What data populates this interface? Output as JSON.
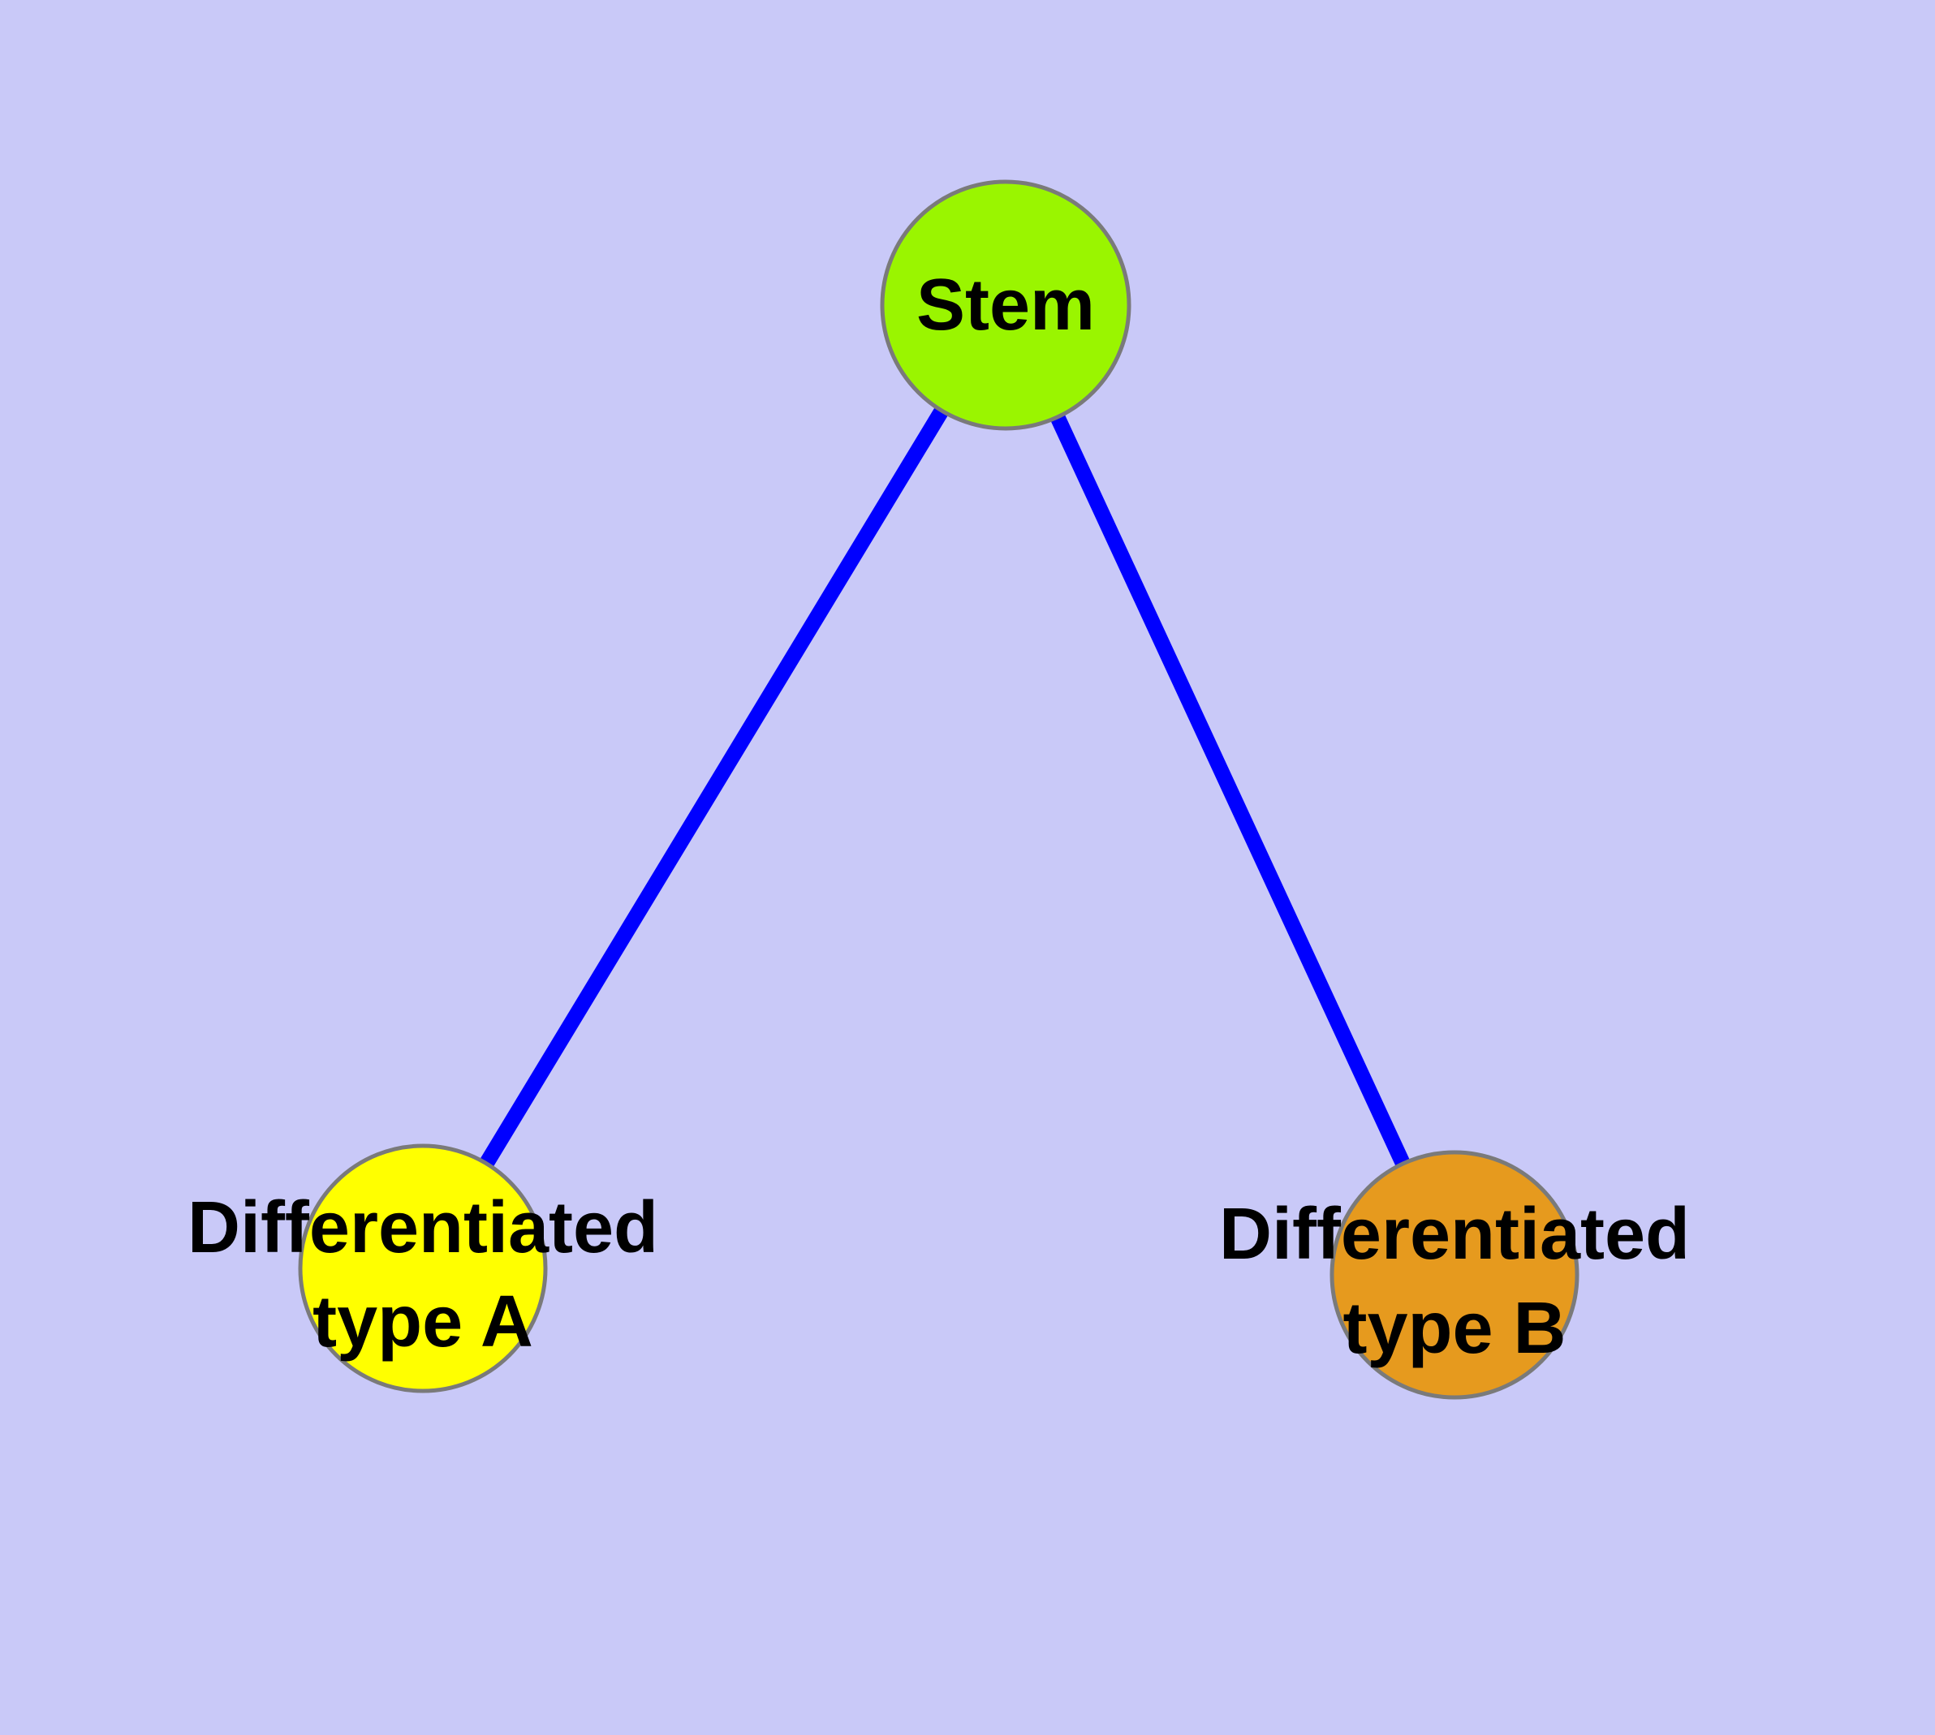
{
  "diagram": {
    "background_color": "#C9C9F8",
    "edge_color": "#0000FF",
    "node_border_color": "#7A7A7A",
    "label_color": "#000000",
    "nodes": {
      "stem": {
        "label": "Stem",
        "fill": "#9AF500"
      },
      "type_a": {
        "label_line1": "Differentiated",
        "label_line2": "type A",
        "fill": "#FFFF00"
      },
      "type_b": {
        "label_line1": "Differentiated",
        "label_line2": "type B",
        "fill": "#E69A1E"
      }
    },
    "edges": [
      {
        "from": "stem",
        "to": "type_a"
      },
      {
        "from": "stem",
        "to": "type_b"
      }
    ]
  }
}
